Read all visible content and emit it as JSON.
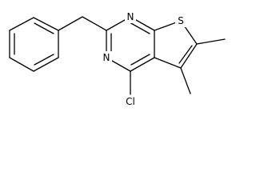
{
  "molecule": {
    "atoms": {
      "n_top": "N",
      "n_left": "N",
      "sulfur": "S",
      "chlorine": "Cl"
    }
  }
}
